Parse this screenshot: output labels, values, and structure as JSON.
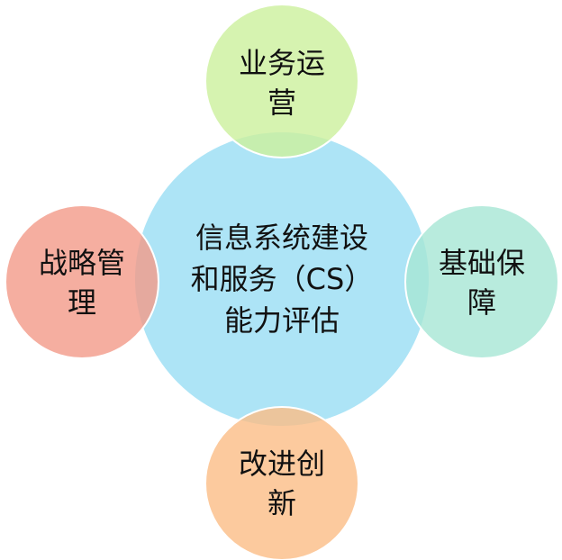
{
  "center": {
    "title_lines": [
      "信息系统建设",
      "和服务（CS）",
      "能力评估"
    ],
    "color": "#ade4f6"
  },
  "nodes": {
    "top": {
      "lines": [
        "业务运",
        "营"
      ],
      "color": "#ccf09c"
    },
    "left": {
      "lines": [
        "战略管",
        "理"
      ],
      "color": "#f29a88"
    },
    "right": {
      "lines": [
        "基础保",
        "障"
      ],
      "color": "#a6e6d4"
    },
    "bottom": {
      "lines": [
        "改进创",
        "新"
      ],
      "color": "#fbbd86"
    }
  }
}
